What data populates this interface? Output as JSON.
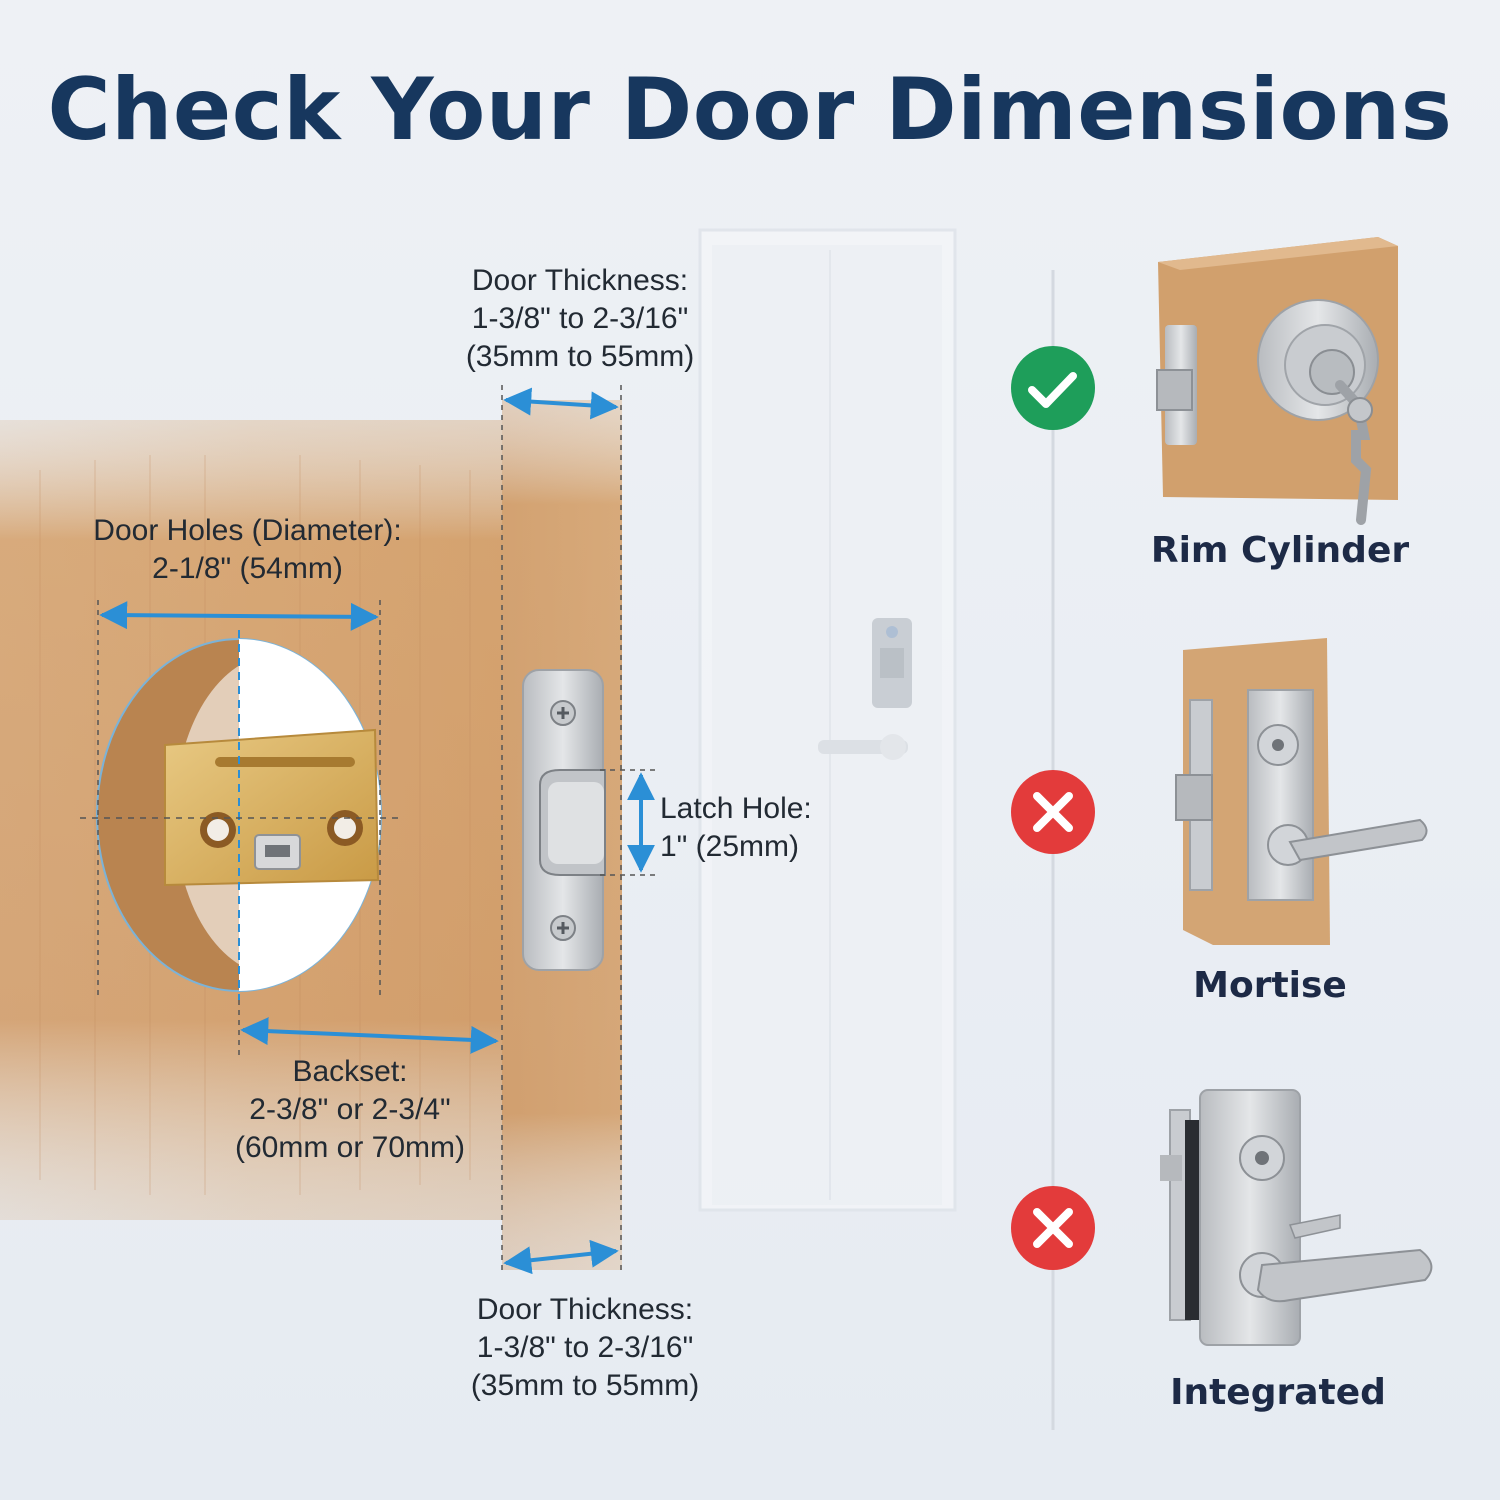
{
  "title": "Check Your Door Dimensions",
  "dimensions": {
    "door_thickness_top": {
      "label": "Door Thickness:",
      "range_in": "1-3/8\" to 2-3/16\"",
      "range_mm": "(35mm to 55mm)"
    },
    "door_holes": {
      "label": "Door Holes (Diameter):",
      "value": "2-1/8\" (54mm)"
    },
    "latch_hole": {
      "label": "Latch Hole:",
      "value": "1\" (25mm)"
    },
    "backset": {
      "label": "Backset:",
      "value_in": "2-3/8\" or 2-3/4\"",
      "value_mm": "(60mm or 70mm)"
    },
    "door_thickness_bottom": {
      "label": "Door Thickness:",
      "range_in": "1-3/8\" to 2-3/16\"",
      "range_mm": "(35mm to 55mm)"
    }
  },
  "lock_types": [
    {
      "name": "Rim Cylinder",
      "compatible": true,
      "status_icon": "check-circle-icon"
    },
    {
      "name": "Mortise",
      "compatible": false,
      "status_icon": "x-circle-icon"
    },
    {
      "name": "Integrated",
      "compatible": false,
      "status_icon": "x-circle-icon"
    }
  ],
  "colors": {
    "title": "#17375e",
    "arrow": "#2b8fd6",
    "check": "#1e9e5a",
    "cross": "#e33b3b",
    "wood": "#d7a776"
  }
}
